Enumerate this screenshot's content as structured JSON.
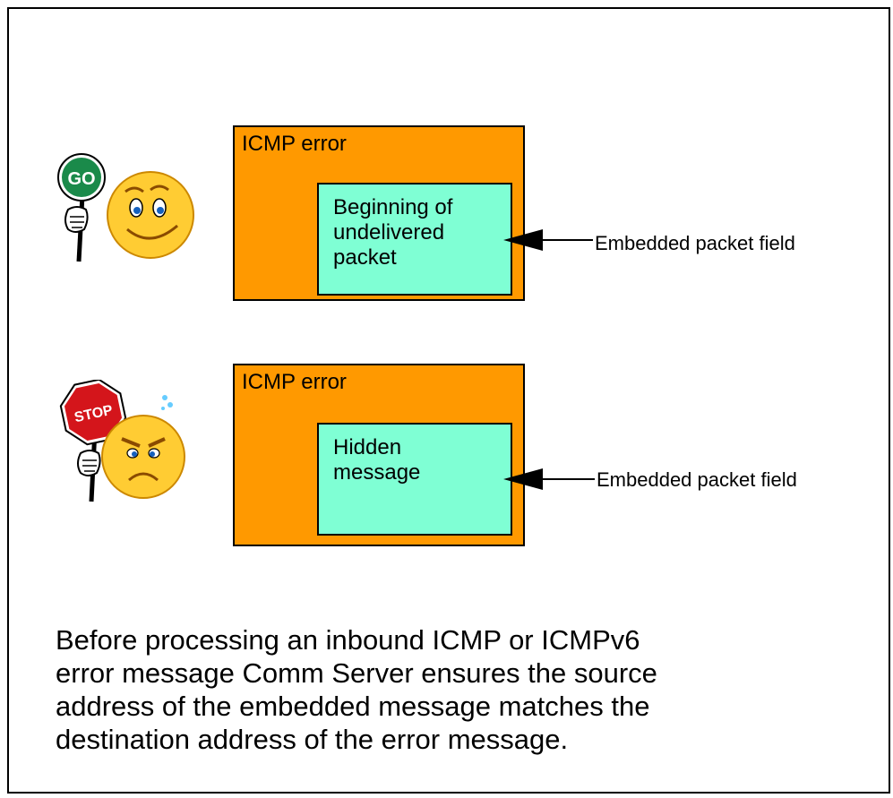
{
  "panels": [
    {
      "outer_title": "ICMP error",
      "inner_lines": [
        "Beginning of",
        "undelivered",
        "packet"
      ],
      "field_label": "Embedded packet field",
      "sign_text": "GO",
      "sign_color": "#1a8a4a",
      "mood": "happy"
    },
    {
      "outer_title": "ICMP error",
      "inner_lines": [
        "Hidden",
        "message"
      ],
      "field_label": "Embedded packet field",
      "sign_text": "STOP",
      "sign_color": "#d4151b",
      "mood": "angry"
    }
  ],
  "caption_lines": [
    "Before processing an inbound ICMP or ICMPv6",
    "error message Comm Server ensures the source",
    "address of the embedded message matches the",
    "destination address of the error message."
  ],
  "colors": {
    "outer_fill": "#ff9900",
    "inner_fill": "#7fffd4",
    "face_fill": "#ffcc33"
  }
}
